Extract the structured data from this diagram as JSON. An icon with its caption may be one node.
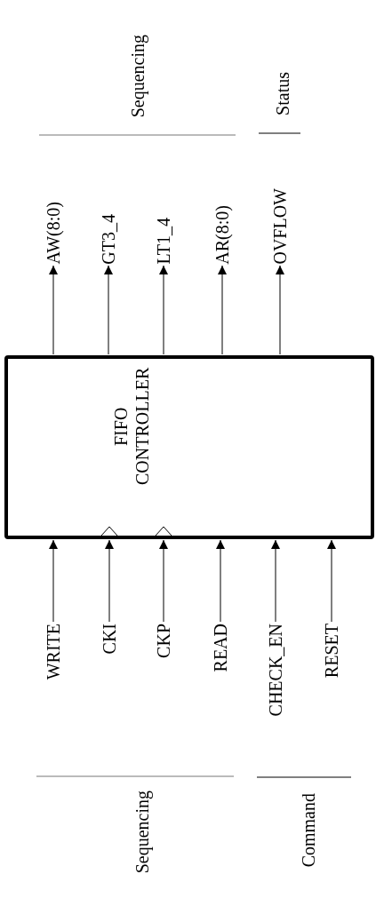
{
  "diagram": {
    "nodes": [
      {
        "text": [
          "AW(8:0)"
        ]
      },
      {
        "text": [
          "GT3_4"
        ]
      },
      {
        "text": [
          "LT1_4"
        ]
      },
      {
        "text": [
          "AR(8:0)"
        ]
      },
      {
        "text": [
          "OVFLOW"
        ]
      },
      {
        "text": [
          "FIFO CONTROLLER"
        ]
      },
      {
        "text": [
          "WRITE"
        ]
      },
      {
        "text": [
          "CKI"
        ]
      },
      {
        "text": [
          "CKP"
        ]
      },
      {
        "text": [
          "READ"
        ]
      },
      {
        "text": [
          "CHECK_EN"
        ]
      },
      {
        "text": [
          "RESET"
        ]
      }
    ],
    "edges": [
      {
        "from": 5,
        "to": 0,
        "arrow": "to"
      },
      {
        "from": 5,
        "to": 1,
        "arrow": "to"
      },
      {
        "from": 5,
        "to": 2,
        "arrow": "to"
      },
      {
        "from": 5,
        "to": 3,
        "arrow": "to"
      },
      {
        "from": 5,
        "to": 4,
        "arrow": "to"
      },
      {
        "from": 6,
        "to": 5,
        "arrow": "to"
      },
      {
        "from": 7,
        "to": 5,
        "arrow": "to"
      },
      {
        "from": 8,
        "to": 5,
        "arrow": "to"
      },
      {
        "from": 9,
        "to": 5,
        "arrow": "to"
      },
      {
        "from": 10,
        "to": 5,
        "arrow": "to"
      },
      {
        "from": 11,
        "to": 5,
        "arrow": "to"
      }
    ],
    "labels": [
      "Sequencing",
      "Status",
      "Sequencing",
      "Command"
    ]
  }
}
